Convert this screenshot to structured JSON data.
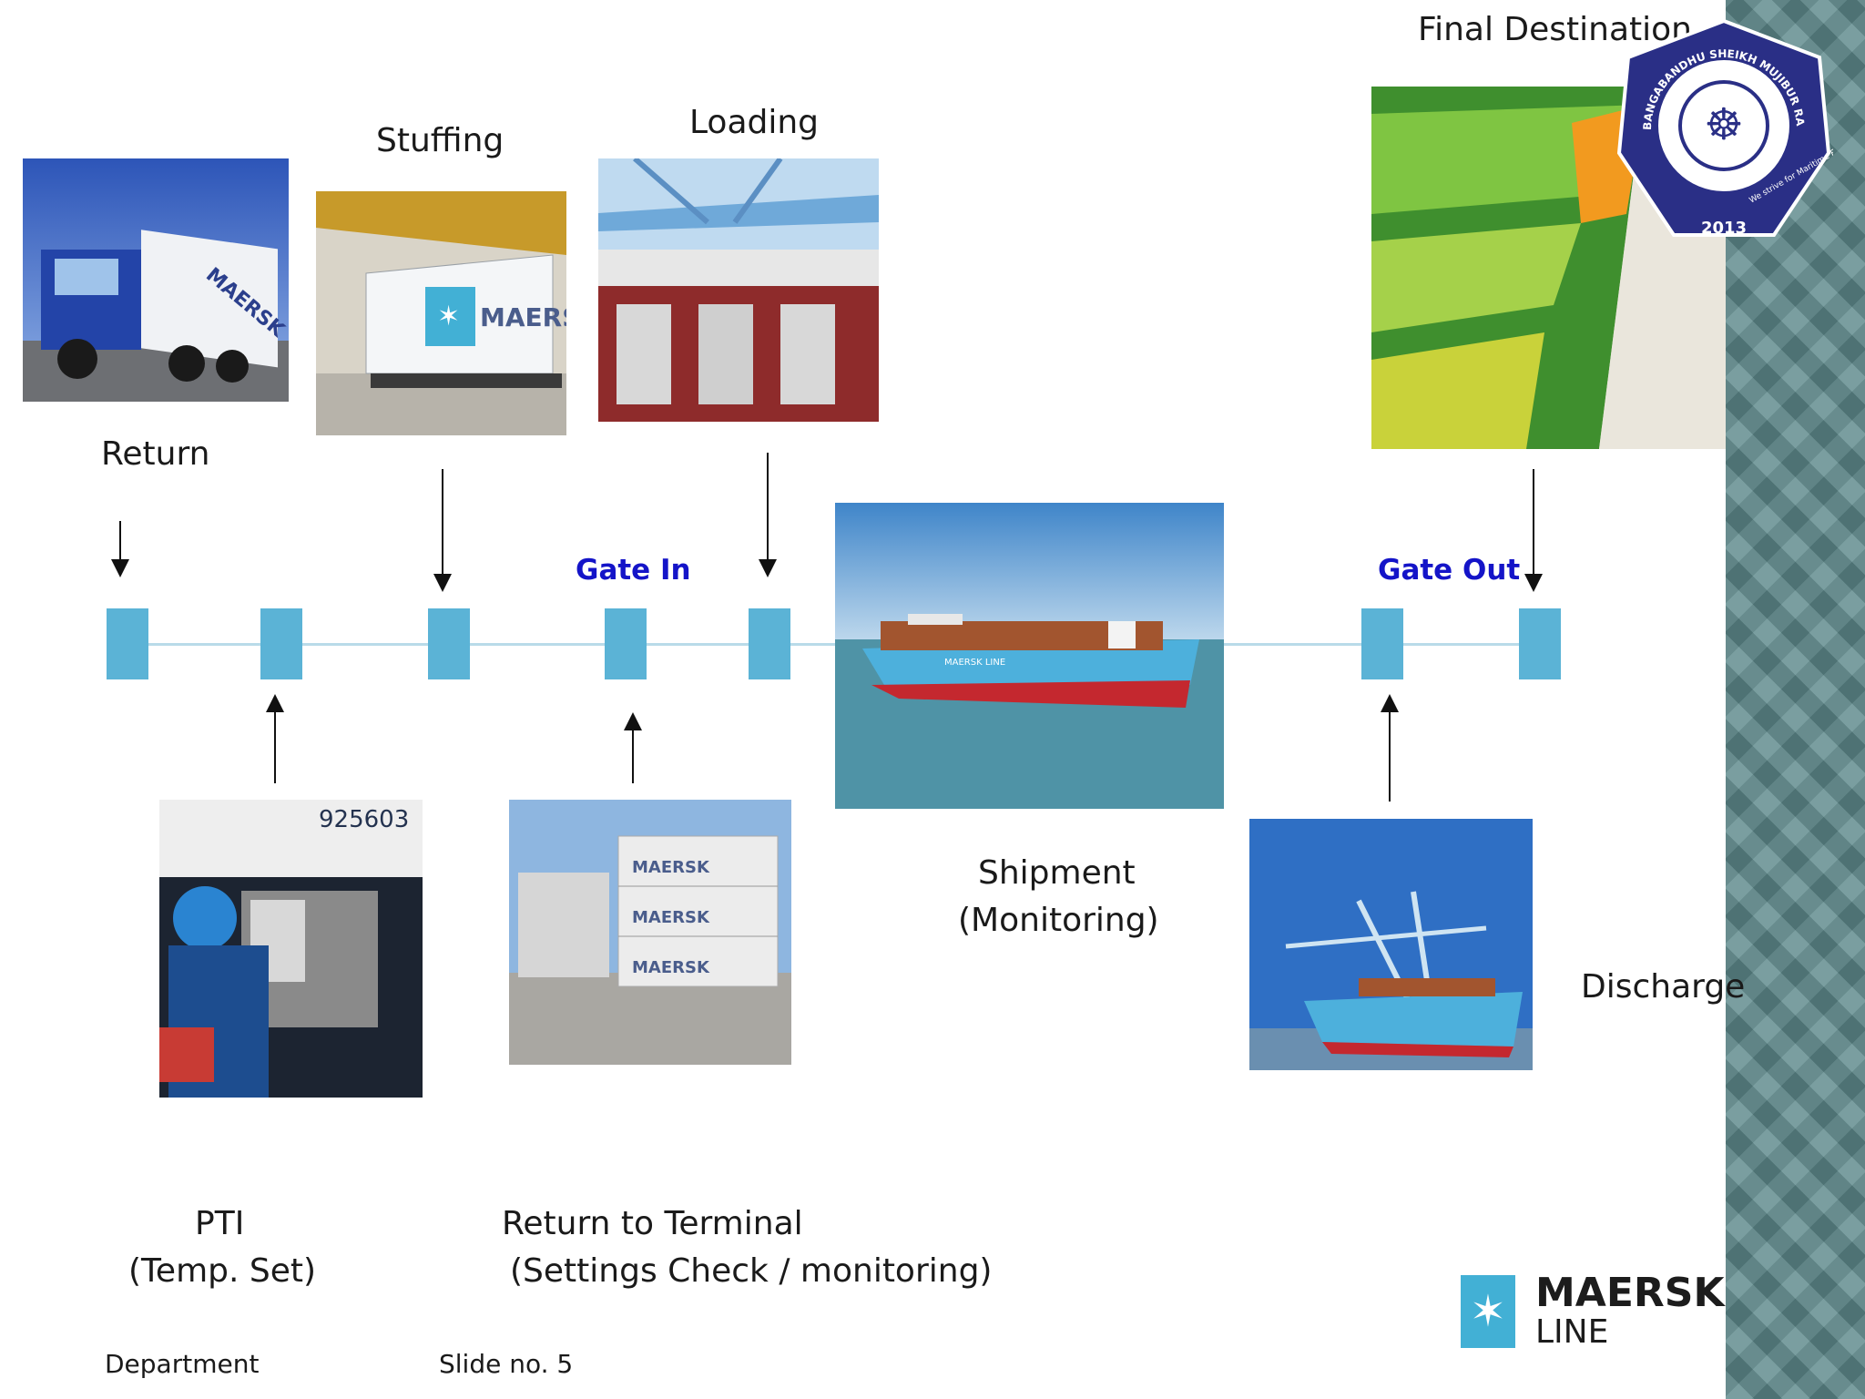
{
  "labels": {
    "final_destination": "Final Destination",
    "stuffing": "Stuffing",
    "loading": "Loading",
    "return": "Return",
    "gate_in": "Gate In",
    "gate_out": "Gate Out",
    "shipment_line1": "Shipment",
    "shipment_line2": "(Monitoring)",
    "discharge": "Discharge",
    "pti_line1": "PTI",
    "pti_line2": "(Temp. Set)",
    "return_terminal_line1": "Return to Terminal",
    "return_terminal_line2": "(Settings Check / monitoring)"
  },
  "photos": {
    "truck_text": "MAERSK",
    "trailer_text": "MAERSK",
    "stack_text_1": "MAERSK",
    "stack_text_2": "MAERSK",
    "stack_text_3": "MAERSK",
    "pti_unit_number": "925603",
    "ship_hull_text": "MAERSK LINE"
  },
  "logo": {
    "brand_top": "MAERSK",
    "brand_bottom": "LINE"
  },
  "seal": {
    "ring_text": "BANGABANDHU SHEIKH MUJIBUR RAHMAN MARITIME UNIVERSITY BANGLADESH",
    "motto": "We strive for Maritime Excellence",
    "year": "2013"
  },
  "footer": {
    "department": "Department",
    "slide_no": "Slide no. 5"
  },
  "colors": {
    "node": "#5bb3d6",
    "timeline": "#b9dbe9",
    "gate_text": "#1414c8",
    "maersk_blue": "#42b0d5",
    "side_band": "#5e8a8c"
  }
}
